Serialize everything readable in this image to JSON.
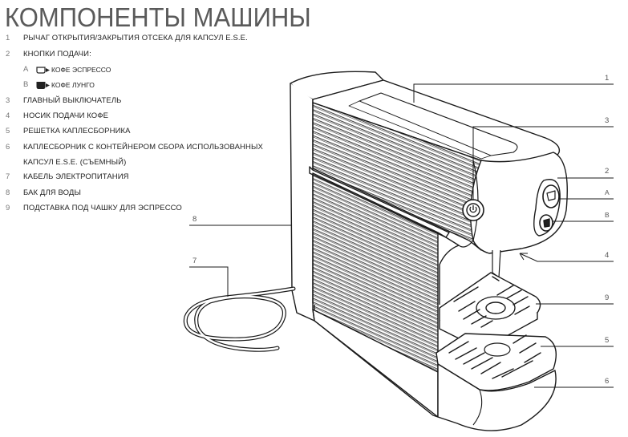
{
  "title": "КОМПОНЕНТЫ МАШИНЫ",
  "legend": {
    "items": [
      {
        "num": "1",
        "text": "РЫЧАГ ОТКРЫТИЯ/ЗАКРЫТИЯ ОТСЕКА ДЛЯ КАПСУЛ E.S.E."
      },
      {
        "num": "2",
        "text": "КНОПКИ ПОДАЧИ:"
      },
      {
        "num": "3",
        "text": "ГЛАВНЫЙ ВЫКЛЮЧАТЕЛЬ"
      },
      {
        "num": "4",
        "text": "НОСИК ПОДАЧИ КОФЕ"
      },
      {
        "num": "5",
        "text": "РЕШЕТКА КАПЛЕСБОРНИКА"
      },
      {
        "num": "6",
        "text": "КАПЛЕСБОРНИК С КОНТЕЙНЕРОМ СБОРА ИСПОЛЬЗОВАННЫХ",
        "text2": "КАПСУЛ E.S.E. (СЪЕМНЫЙ)"
      },
      {
        "num": "7",
        "text": "КАБЕЛЬ ЭЛЕКТРОПИТАНИЯ"
      },
      {
        "num": "8",
        "text": "БАК ДЛЯ ВОДЫ"
      },
      {
        "num": "9",
        "text": "ПОДСТАВКА ПОД ЧАШКУ ДЛЯ ЭСПРЕССО"
      }
    ],
    "subitems": [
      {
        "letter": "A",
        "icon": "espresso-cup-icon",
        "text": "КОФЕ ЭСПРЕССО"
      },
      {
        "letter": "B",
        "icon": "lungo-cup-icon",
        "text": "КОФЕ ЛУНГО"
      }
    ]
  },
  "callouts": {
    "c1": "1",
    "c3": "3",
    "c2": "2",
    "cA": "A",
    "cB": "B",
    "c4": "4",
    "c9": "9",
    "c5": "5",
    "c6": "6",
    "c8": "8",
    "c7": "7"
  },
  "colors": {
    "line": "#1a1a1a",
    "title": "#5a5a5a",
    "background": "#ffffff"
  }
}
